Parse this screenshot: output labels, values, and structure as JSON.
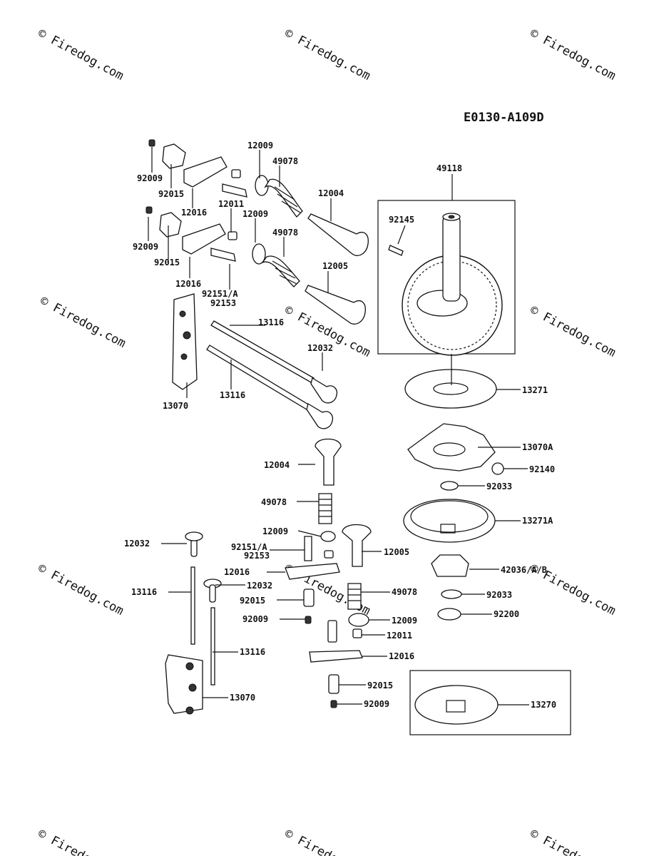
{
  "diagram_code": "E0130-A109D",
  "watermark": "© Firedog.com",
  "watermark_positions_note": "",
  "parts": {
    "p92009a": "92009",
    "p92015a": "92015",
    "p12016a": "12016",
    "p12009a": "12009",
    "p49078a": "49078",
    "p12004a": "12004",
    "p12011a": "12011",
    "p92009b": "92009",
    "p92015b": "92015",
    "p12016b": "12016",
    "p12009b": "12009",
    "p49078b": "49078",
    "p92151a": "92151/A",
    "p92153a": "92153",
    "p12005a": "12005",
    "p13116a": "13116",
    "p12032a": "12032",
    "p13116b": "13116",
    "p13070a": "13070",
    "p49118": "49118",
    "p92145": "92145",
    "p13271": "13271",
    "p13070A": "13070A",
    "p92140": "92140",
    "p92033a": "92033",
    "p13271A": "13271A",
    "p42036": "42036/A/B",
    "p92033b": "92033",
    "p92200": "92200",
    "p13270": "13270",
    "p12004b": "12004",
    "p49078c": "49078",
    "p12009c": "12009",
    "p92151b": "92151/A",
    "p92153b": "92153",
    "p12005b": "12005",
    "p12032b": "12032",
    "p13116c": "13116",
    "p12016c": "12016",
    "p12032c": "12032",
    "p92015c": "92015",
    "p92009c": "92009",
    "p49078d": "49078",
    "p12009d": "12009",
    "p12011b": "12011",
    "p13116d": "13116",
    "p12016d": "12016",
    "p92015d": "92015",
    "p13070b": "13070",
    "p92009d": "92009"
  }
}
